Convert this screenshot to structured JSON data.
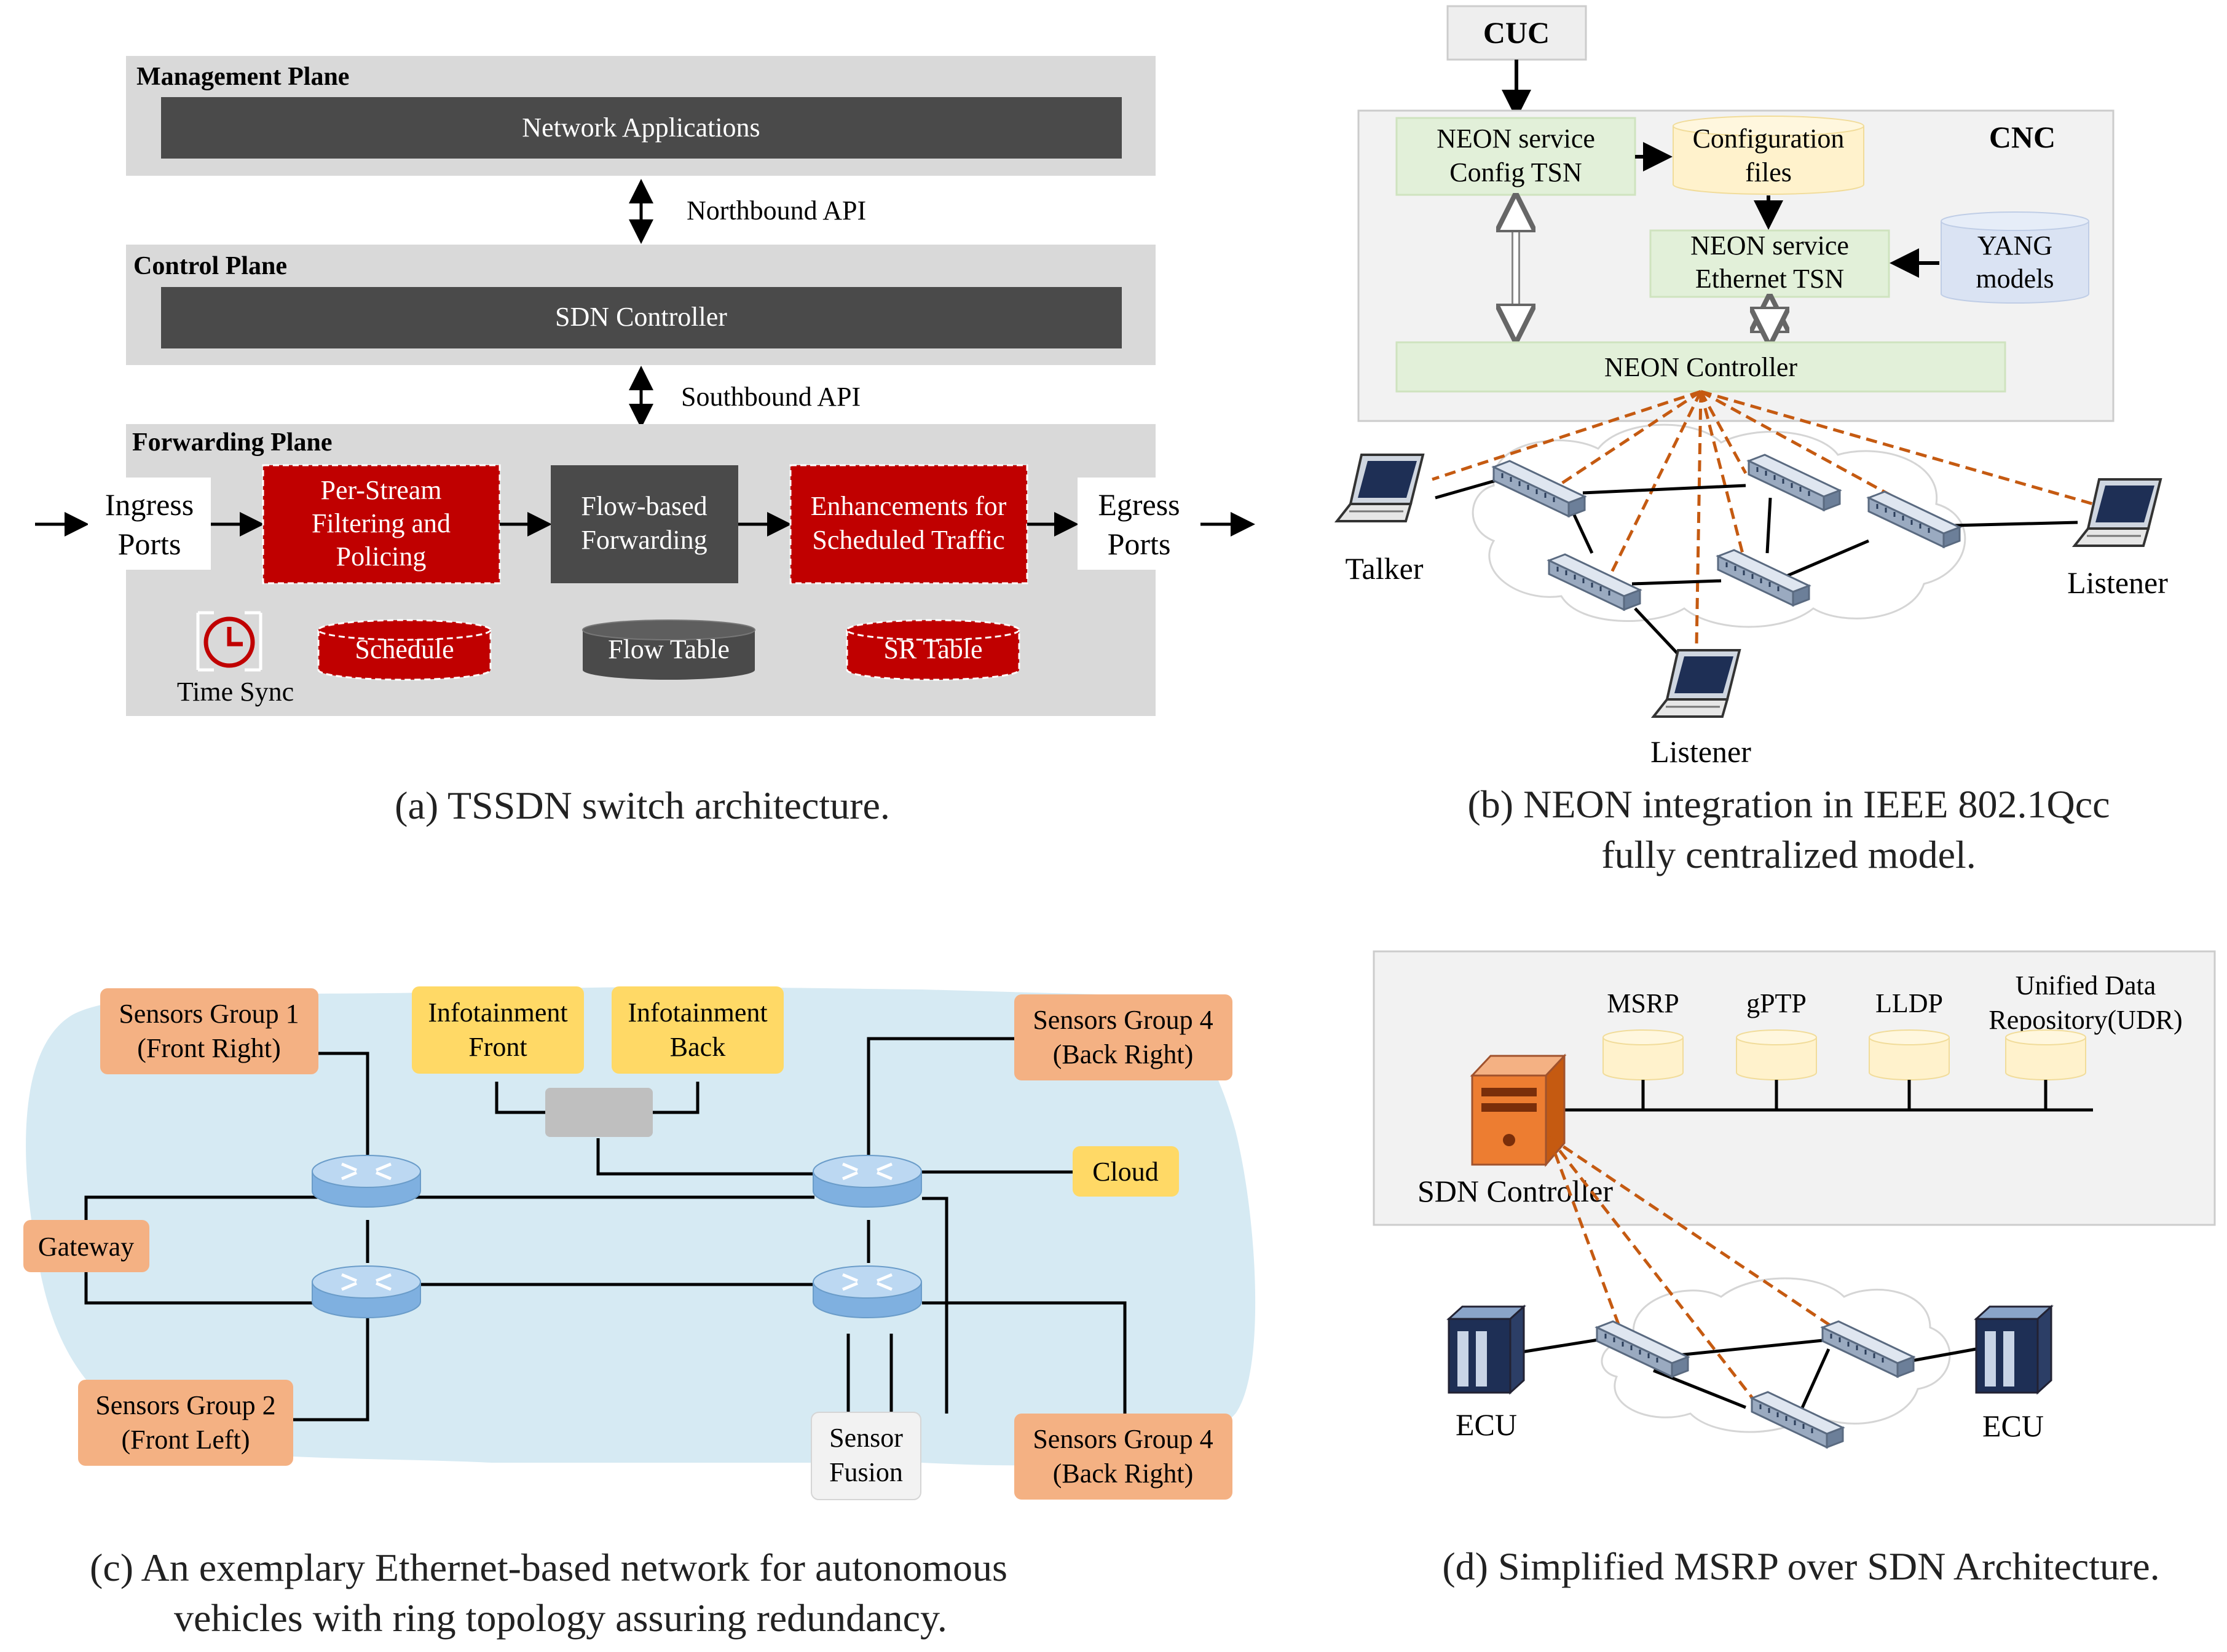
{
  "colors": {
    "gray_panel": "#d9d9d9",
    "dark_box": "#4a4a4a",
    "red_box": "#c00000",
    "green_box": "#e2f0d9",
    "yellow_cyl": "#fff2cc",
    "blue_cyl": "#dae3f3",
    "orange_box": "#f4b183",
    "yellow_box": "#ffd966",
    "car_blue": "#d6eaf3",
    "dashed_link": "#c55a11"
  },
  "panel_a": {
    "management_plane": "Management Plane",
    "network_applications": "Network Applications",
    "northbound_api": "Northbound API",
    "control_plane": "Control Plane",
    "sdn_controller": "SDN Controller",
    "southbound_api": "Southbound API",
    "forwarding_plane": "Forwarding Plane",
    "ingress_ports": [
      "Ingress",
      "Ports"
    ],
    "per_stream": [
      "Per-Stream",
      "Filtering and",
      "Policing"
    ],
    "flow_based": [
      "Flow-based",
      "Forwarding"
    ],
    "enhancements": [
      "Enhancements for",
      "Scheduled Traffic"
    ],
    "egress_ports": [
      "Egress",
      "Ports"
    ],
    "schedule": "Schedule",
    "flow_table": "Flow Table",
    "sr_table": "SR Table",
    "time_sync": "Time Sync",
    "caption": "(a) TSSDN switch architecture."
  },
  "panel_b": {
    "cuc": "CUC",
    "cnc": "CNC",
    "neon_config": [
      "NEON service",
      "Config TSN"
    ],
    "config_files": [
      "Configuration",
      "files"
    ],
    "neon_ethernet": [
      "NEON service",
      "Ethernet TSN"
    ],
    "yang_models": [
      "YANG",
      "models"
    ],
    "neon_controller": "NEON Controller",
    "talker": "Talker",
    "listener_right": "Listener",
    "listener_bottom": "Listener",
    "caption": [
      "(b) NEON integration in IEEE 802.1Qcc",
      "fully centralized model."
    ]
  },
  "panel_c": {
    "sensors_g1": [
      "Sensors Group 1",
      "(Front Right)"
    ],
    "infotainment_front": [
      "Infotainment",
      "Front"
    ],
    "infotainment_back": [
      "Infotainment",
      "Back"
    ],
    "sensors_g4_top": [
      "Sensors Group 4",
      "(Back Right)"
    ],
    "cloud": "Cloud",
    "gateway": "Gateway",
    "sensors_g2": [
      "Sensors Group 2",
      "(Front Left)"
    ],
    "sensor_fusion": [
      "Sensor",
      "Fusion"
    ],
    "sensors_g4_bottom": [
      "Sensors Group 4",
      "(Back Right)"
    ],
    "caption": [
      "(c)  An exemplary Ethernet-based network for autonomous",
      "vehicles with ring topology assuring redundancy."
    ]
  },
  "panel_d": {
    "msrp": "MSRP",
    "gptp": "gPTP",
    "lldp": "LLDP",
    "udr": [
      "Unified Data",
      "Repository(UDR)"
    ],
    "sdn_controller": "SDN Controller",
    "ecu_left": "ECU",
    "ecu_right": "ECU",
    "caption": "(d) Simplified MSRP over SDN Architecture."
  }
}
